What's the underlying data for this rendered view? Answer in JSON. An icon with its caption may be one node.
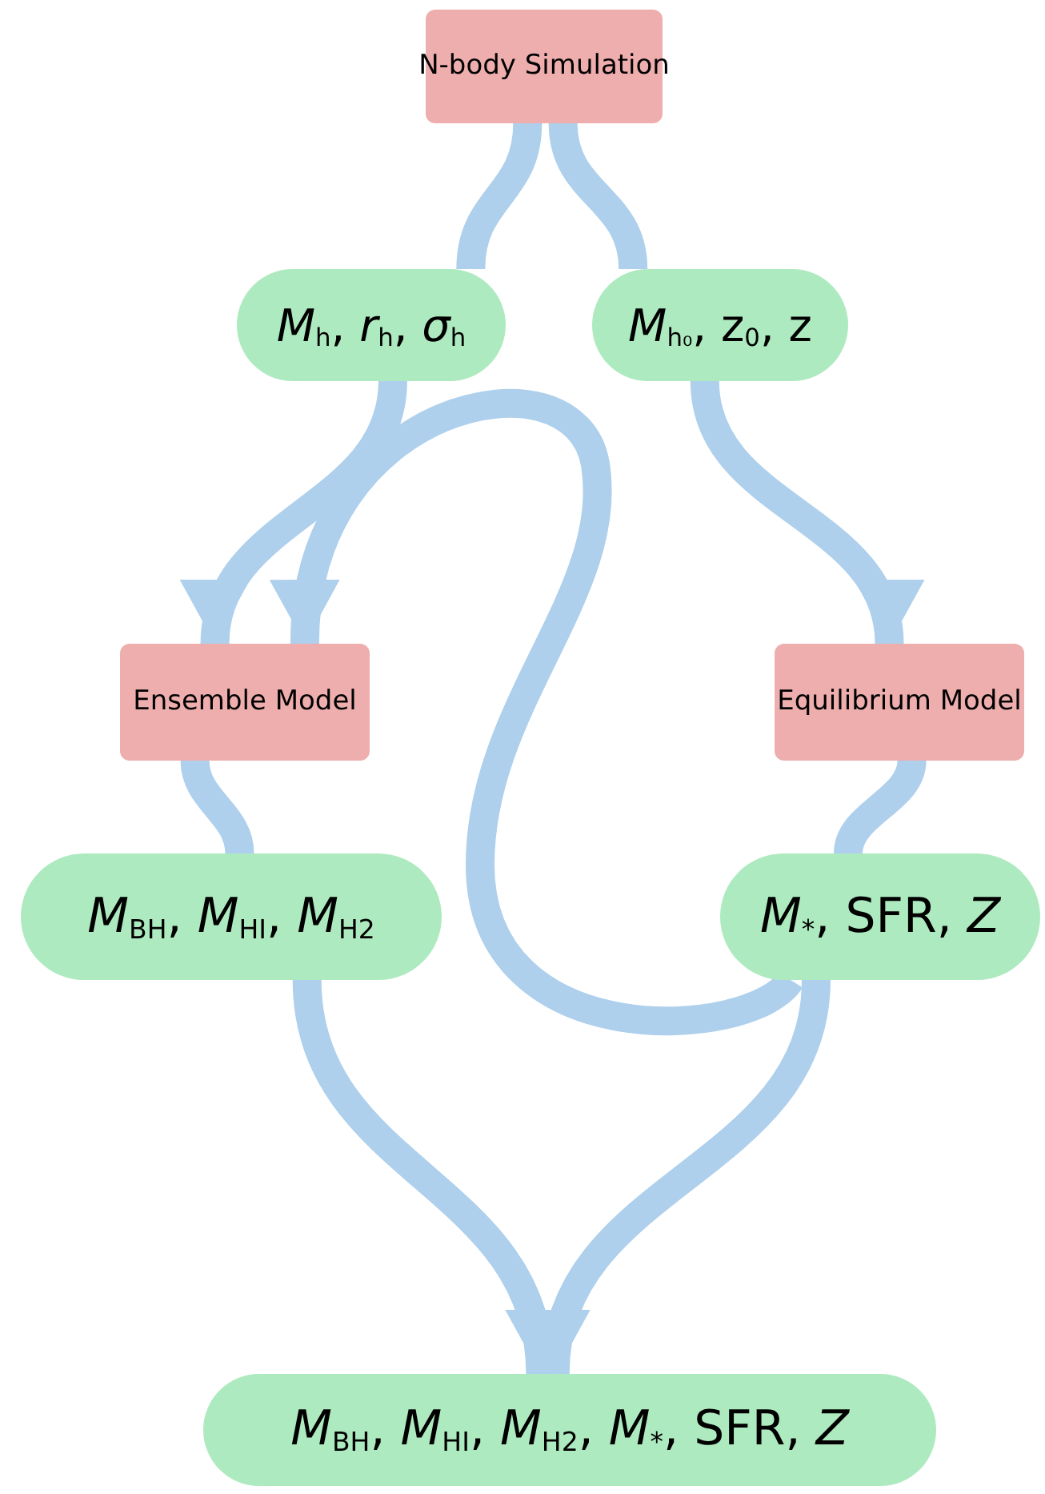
{
  "diagram": {
    "nodes": [
      {
        "text": [
          "N-body Simulation"
        ]
      },
      {
        "text": [
          "*M*$_{h}$, *r*$_{h}$, *σ*$_{h}$"
        ]
      },
      {
        "text": [
          "*M*$_{h₀}$, z$_{0}$, z"
        ]
      },
      {
        "text": [
          "Ensemble Model"
        ]
      },
      {
        "text": [
          "Equilibrium Model"
        ]
      },
      {
        "text": [
          "*M*$_{BH}$, *M*$_{HI}$, *M*$_{H2}$"
        ]
      },
      {
        "text": [
          "*M*$_{*}$, SFR, *Z*"
        ]
      },
      {
        "text": [
          "*M*$_{BH}$, *M*$_{HI}$, *M*$_{H2}$, *M*$_{*}$, SFR, *Z*"
        ]
      }
    ],
    "edges": [
      {
        "from": 0,
        "to": 1,
        "arrow": "none"
      },
      {
        "from": 0,
        "to": 2,
        "arrow": "none"
      },
      {
        "from": 1,
        "to": 3,
        "arrow": "to"
      },
      {
        "from": 2,
        "to": 4,
        "arrow": "to"
      },
      {
        "from": 6,
        "to": 3,
        "arrow": "to"
      },
      {
        "from": 3,
        "to": 5,
        "arrow": "none"
      },
      {
        "from": 5,
        "to": 7,
        "arrow": "to"
      },
      {
        "from": 4,
        "to": 6,
        "arrow": "none"
      },
      {
        "from": 6,
        "to": 7,
        "arrow": "to"
      }
    ]
  }
}
